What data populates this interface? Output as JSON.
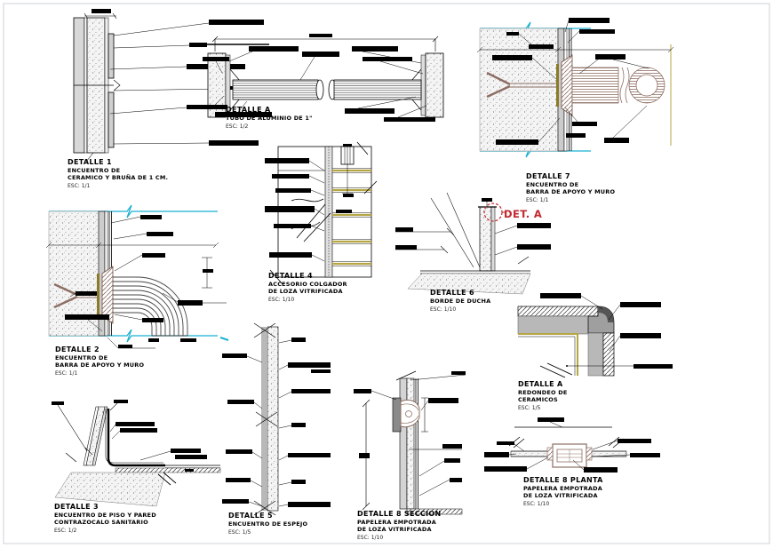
{
  "sheet": {
    "type": "construction-details-sheet",
    "frame_color": "#ccd2d6",
    "background": "#ffffff"
  },
  "colors": {
    "linework": "#000000",
    "break_line_cyan": "#19b0d2",
    "fixture_brown": "#8d6e63",
    "groove_olive": "#8a7a2a",
    "dim_khaki": "#b5a642",
    "callout_red": "#c1272d",
    "wall_gray": "#d8d8d8"
  },
  "details": {
    "d1": {
      "title": "DETALLE 1",
      "lines": [
        "ENCUENTRO DE",
        "CERAMICO Y BRUÑA DE 1 CM."
      ],
      "scale": "ESC: 1/1"
    },
    "da": {
      "title": "DETALLE A",
      "lines": [
        "TUBO DE ALUMINIO DE 1\""
      ],
      "scale": "ESC: 1/2"
    },
    "d7": {
      "title": "DETALLE 7",
      "lines": [
        "ENCUENTRO DE",
        "BARRA DE APOYO Y MURO"
      ],
      "scale": "ESC: 1/1"
    },
    "d2": {
      "title": "DETALLE 2",
      "lines": [
        "ENCUENTRO DE",
        "BARRA DE APOYO Y MURO"
      ],
      "scale": "ESC: 1/1"
    },
    "d4": {
      "title": "DETALLE 4",
      "lines": [
        "ACCESORIO COLGADOR",
        "DE LOZA VITRIFICADA"
      ],
      "scale": "ESC: 1/10"
    },
    "d6": {
      "title": "DETALLE 6",
      "lines": [
        "BORDE DE DUCHA"
      ],
      "scale": "ESC: 1/10",
      "callout": "DET. A"
    },
    "deta": {
      "title": "DETALLE A",
      "lines": [
        "REDONDEO DE",
        "CERAMICOS"
      ],
      "scale": "ESC: 1/5"
    },
    "d3": {
      "title": "DETALLE 3",
      "lines": [
        "ENCUENTRO DE PISO Y PARED",
        "CONTRAZOCALO SANITARIO"
      ],
      "scale": "ESC: 1/2"
    },
    "d5": {
      "title": "DETALLE 5",
      "lines": [
        "ENCUENTRO DE ESPEJO"
      ],
      "scale": "ESC: 1/5"
    },
    "d8s": {
      "title": "DETALLE 8 SECCION",
      "lines": [
        "PAPELERA EMPOTRADA",
        "DE LOZA VITRIFICADA"
      ],
      "scale": "ESC: 1/10"
    },
    "d8p": {
      "title": "DETALLE 8 PLANTA",
      "lines": [
        "PAPELERA EMPOTRADA",
        "DE LOZA VITRIFICADA"
      ],
      "scale": "ESC: 1/10"
    }
  }
}
